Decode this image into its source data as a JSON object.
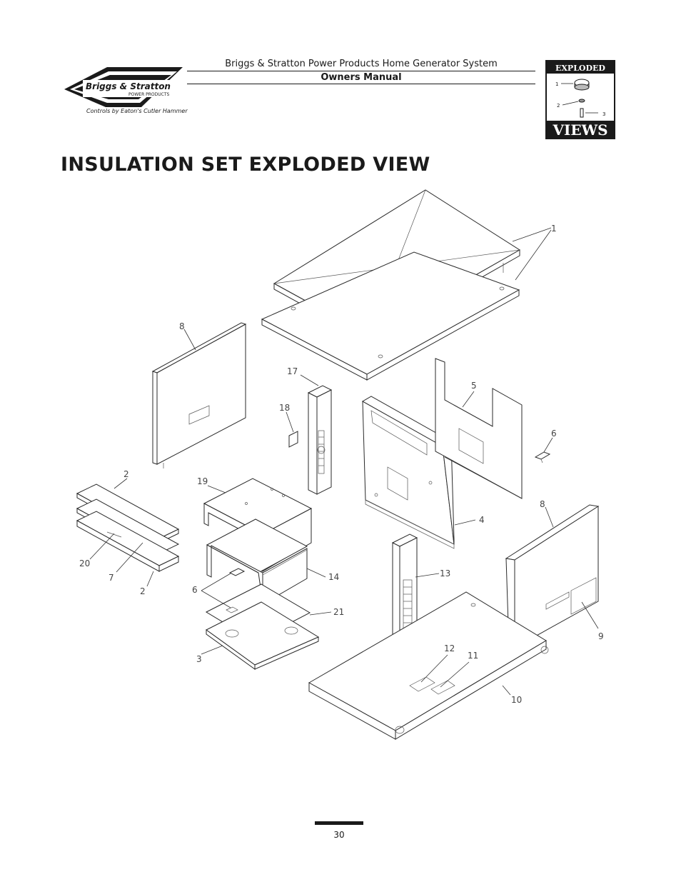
{
  "header": {
    "title": "Briggs & Stratton Power Products Home Generator System",
    "subtitle": "Owners Manual"
  },
  "logo": {
    "brand": "Briggs & Stratton",
    "division": "POWER PRODUCTS",
    "tagline": "Controls by Eaton's Cutler Hammer"
  },
  "exploded_views_badge": {
    "top_word": "EXPLODED",
    "bottom_word": "VIEWS",
    "labels": [
      "1",
      "2",
      "3"
    ]
  },
  "page_heading": "INSULATION SET EXPLODED VIEW",
  "callouts": [
    "1",
    "8",
    "17",
    "18",
    "5",
    "6",
    "2",
    "19",
    "4",
    "8",
    "20",
    "7",
    "2",
    "13",
    "14",
    "6",
    "21",
    "9",
    "3",
    "12",
    "11",
    "10"
  ],
  "footer": {
    "page_number": "30"
  }
}
